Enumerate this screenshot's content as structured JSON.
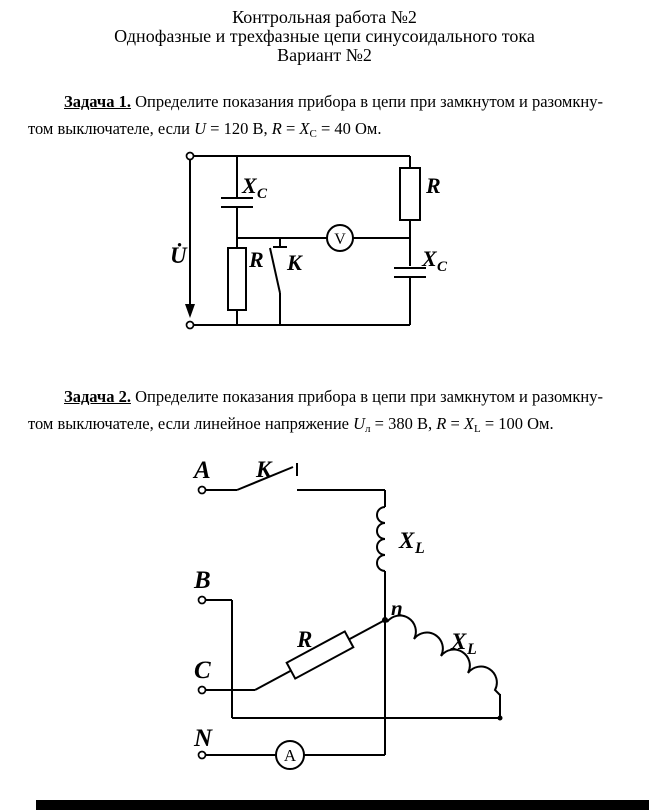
{
  "header": {
    "title_line1": "Контрольная работа №2",
    "title_line2": "Однофазные и трехфазные цепи синусоидального тока",
    "title_line3": "Вариант №2"
  },
  "task1": {
    "label": "Задача 1.",
    "text_line1": " Определите показания прибора в цепи при замкнутом и разомкну-",
    "line2_part1": "том выключателе, если ",
    "var_u": "U",
    "line2_part2": " = 120 В, ",
    "var_r": "R",
    "line2_part3": " = ",
    "var_x": "X",
    "sub_c": "C",
    "line2_part4": " = 40 Ом."
  },
  "task2": {
    "label": "Задача 2.",
    "text_line1": " Определите показания прибора в цепи при замкнутом и разомкну-",
    "line2_part1": "том выключателе, если линейное напряжение ",
    "var_u": "U",
    "sub_l_ru": "л",
    "line2_part2": " = 380 В, ",
    "var_r": "R",
    "line2_part3": " = ",
    "var_x": "X",
    "sub_l": "L",
    "line2_part4": " = 100 Ом."
  },
  "circuit1": {
    "source_label": "U̇",
    "cap_top_label": "X",
    "cap_top_sub": "C",
    "res_right_label": "R",
    "res_mid_label": "R",
    "switch_label": "К",
    "voltmeter_label": "V",
    "cap_right_label": "X",
    "cap_right_sub": "C"
  },
  "circuit2": {
    "phase_a": "A",
    "phase_b": "B",
    "phase_c": "C",
    "neutral_n": "N",
    "switch_label": "К",
    "coil1_label": "X",
    "coil1_sub": "L",
    "coil2_label": "X",
    "coil2_sub": "L",
    "res_label": "R",
    "node_label": "n",
    "ammeter_label": "A"
  }
}
